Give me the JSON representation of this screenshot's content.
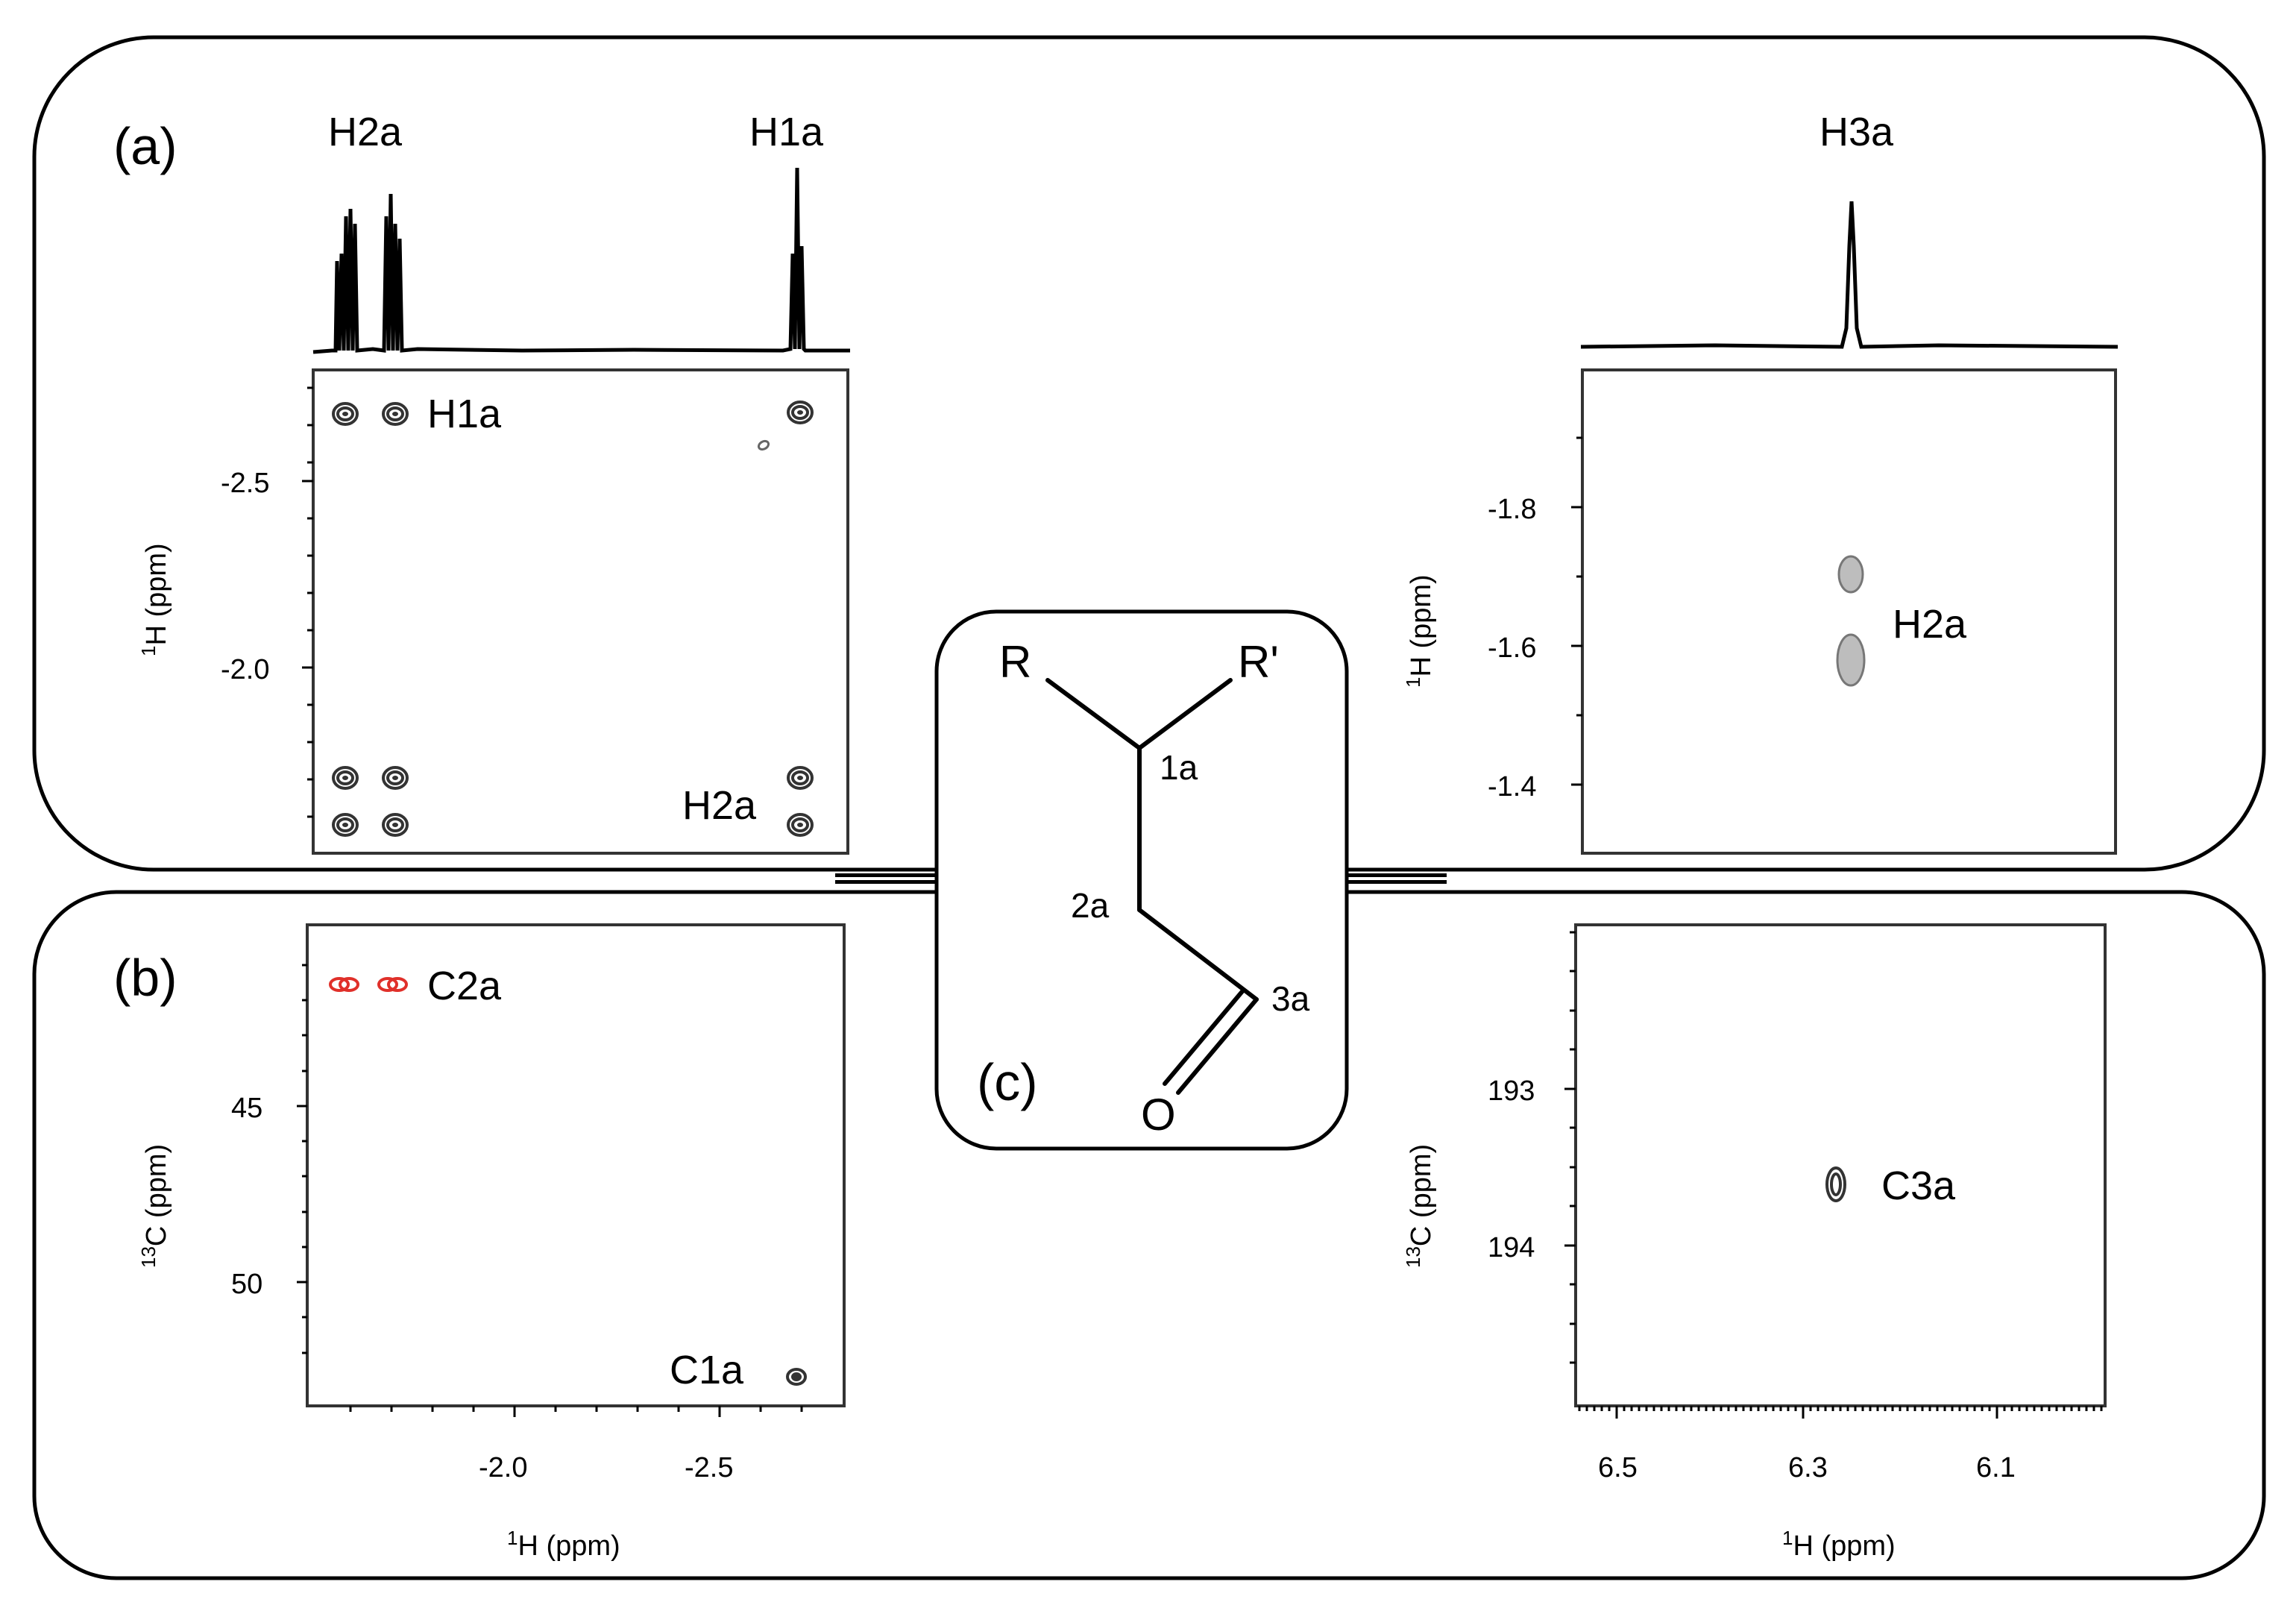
{
  "panels": {
    "a": {
      "tag": "(a)",
      "left_plot": {
        "peak_labels": {
          "h2a_top": "H2a",
          "h1a_top": "H1a",
          "h1a_cross": "H1a",
          "h2a_cross": "H2a"
        },
        "y_axis": {
          "title_base": "H (ppm)",
          "title_sup": "1",
          "ticks": [
            "-2.5",
            "-2.0"
          ]
        }
      },
      "right_plot": {
        "peak_labels": {
          "h3a_top": "H3a",
          "h2a_cross": "H2a"
        },
        "y_axis": {
          "title_base": "H (ppm)",
          "title_sup": "1",
          "ticks": [
            "-1.8",
            "-1.6",
            "-1.4"
          ]
        }
      }
    },
    "b": {
      "tag": "(b)",
      "left_plot": {
        "peak_labels": {
          "c2a": "C2a",
          "c1a": "C1a"
        },
        "y_axis": {
          "title_base": "C (ppm)",
          "title_sup": "13",
          "ticks": [
            "45",
            "50"
          ]
        },
        "x_axis": {
          "title_base": "H (ppm)",
          "title_sup": "1",
          "ticks": [
            "-2.0",
            "-2.5"
          ]
        }
      },
      "right_plot": {
        "peak_labels": {
          "c3a": "C3a"
        },
        "y_axis": {
          "title_base": "C (ppm)",
          "title_sup": "13",
          "ticks": [
            "193",
            "194"
          ]
        },
        "x_axis": {
          "title_base": "H (ppm)",
          "title_sup": "1",
          "ticks": [
            "6.5",
            "6.3",
            "6.1"
          ]
        }
      }
    },
    "c": {
      "tag": "(c)",
      "atoms": {
        "r": "R",
        "r_prime": "R'",
        "o": "O"
      },
      "positions": {
        "p1": "1a",
        "p2": "2a",
        "p3": "3a"
      }
    }
  },
  "colors": {
    "ink": "#000000",
    "hsqc_ch2": "#e0302a",
    "contour": "#3a3a3a"
  }
}
